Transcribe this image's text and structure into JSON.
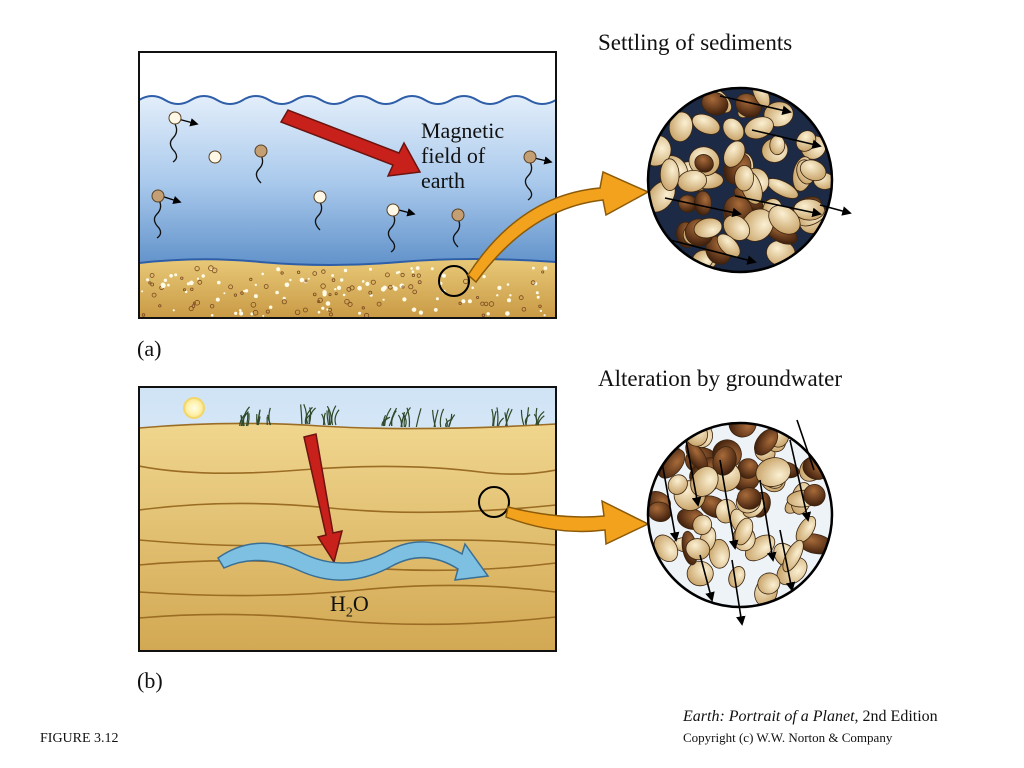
{
  "panel_a": {
    "label": "(a)",
    "title": "Settling of sediments",
    "annotation_lines": [
      "Magnetic",
      "field of",
      "earth"
    ]
  },
  "panel_b": {
    "label": "(b)",
    "title": "Alteration by groundwater",
    "water_label": {
      "main": "H",
      "subscript": "2",
      "suffix": "O"
    }
  },
  "figure_number": "FIGURE 3.12",
  "credit": {
    "book_title": "Earth: Portrait of a Planet",
    "edition": ", 2nd Edition",
    "copyright": "Copyright (c) W.W. Norton & Company"
  },
  "colors": {
    "water_top": "#cfe3f6",
    "water_bottom": "#5d90c8",
    "sand": "#d9b460",
    "field_arrow": "#c8201a",
    "transfer_arrow": "#f2a21c",
    "groundwater_arrow": "#7ec0e2"
  }
}
